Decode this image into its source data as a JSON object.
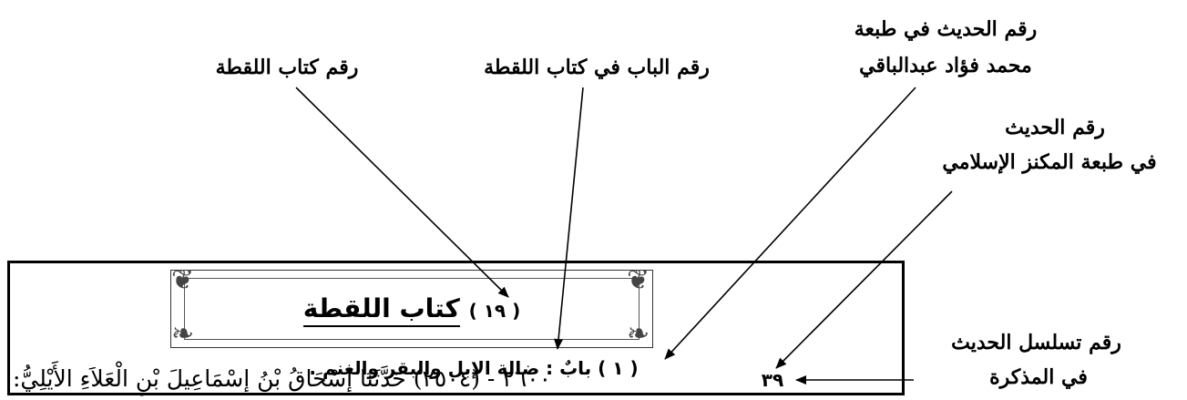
{
  "labels": {
    "book_number": "رقم كتاب اللقطة",
    "chapter_number": "رقم الباب في كتاب اللقطة",
    "fuad_edition_line1": "رقم الحديث في طبعة",
    "fuad_edition_line2": "محمد فؤاد عبدالباقي",
    "maknaz_line1": "رقم الحديث",
    "maknaz_line2": "في طبعة المكنز الإسلامي",
    "sequence_line1": "رقم تسلسل الحديث",
    "sequence_line2": "في المذكرة"
  },
  "document": {
    "book_number": "( ١٩ )",
    "book_title": "كتاب اللقطة",
    "chapter_heading": "( ١ ) بابٌ : ضالة الإبل والبقر والغنم .",
    "hadith_number_maknaz": "٢٦٠٠",
    "hadith_number_fuad": "(٢٥٠٤)",
    "hadith_text": "حَدَّثَنَا إِسْحَاقُ بْنُ إِسْمَاعِيلَ بْنِ الْعَلاَءِ الأَيْلِيُّ:",
    "sequence_number": "٣٩"
  },
  "colors": {
    "ink": "#000000",
    "background": "#ffffff"
  }
}
